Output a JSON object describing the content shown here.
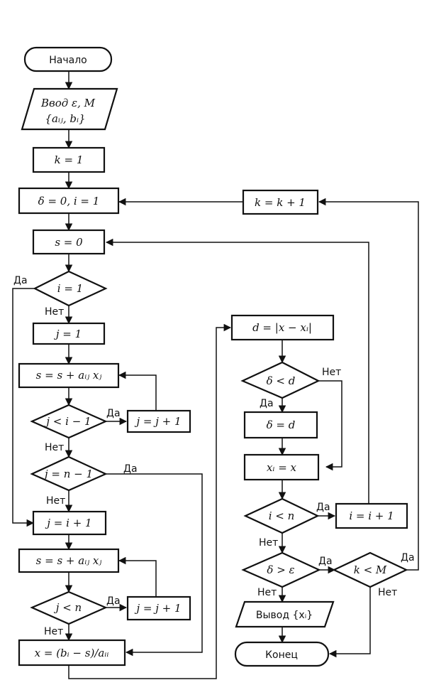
{
  "blocks": {
    "start": "Начало",
    "input_line1": "Ввод ε, M",
    "input_line2": "{aᵢⱼ, bᵢ}",
    "k_init": "k = 1",
    "delta_init": "δ = 0, i = 1",
    "s_init": "s = 0",
    "cond_i1": "i = 1",
    "j_init": "j = 1",
    "s_acc1": "s = s + aᵢⱼ xⱼ",
    "cond_j_lt_i1": "j < i − 1",
    "j_inc1": "j = j + 1",
    "cond_j_eq_n1": "j = n − 1",
    "j_set": "j = i + 1",
    "s_acc2": "s = s + aᵢⱼ xⱼ",
    "cond_j_lt_n": "j < n",
    "j_inc2": "j = j + 1",
    "x_calc": "x = (bᵢ − s)/aᵢᵢ",
    "d_calc": "d = |x − xᵢ|",
    "cond_delta_lt_d": "δ < d",
    "delta_set": "δ = d",
    "xi_set": "xᵢ = x",
    "cond_i_lt_n": "i < n",
    "i_inc": "i = i + 1",
    "cond_delta_gt_eps": "δ > ε",
    "cond_k_lt_M": "k < M",
    "k_inc": "k = k + 1",
    "output": "Вывод {xᵢ}",
    "end": "Конец"
  },
  "labels": {
    "yes": "Да",
    "no": "Нет"
  }
}
